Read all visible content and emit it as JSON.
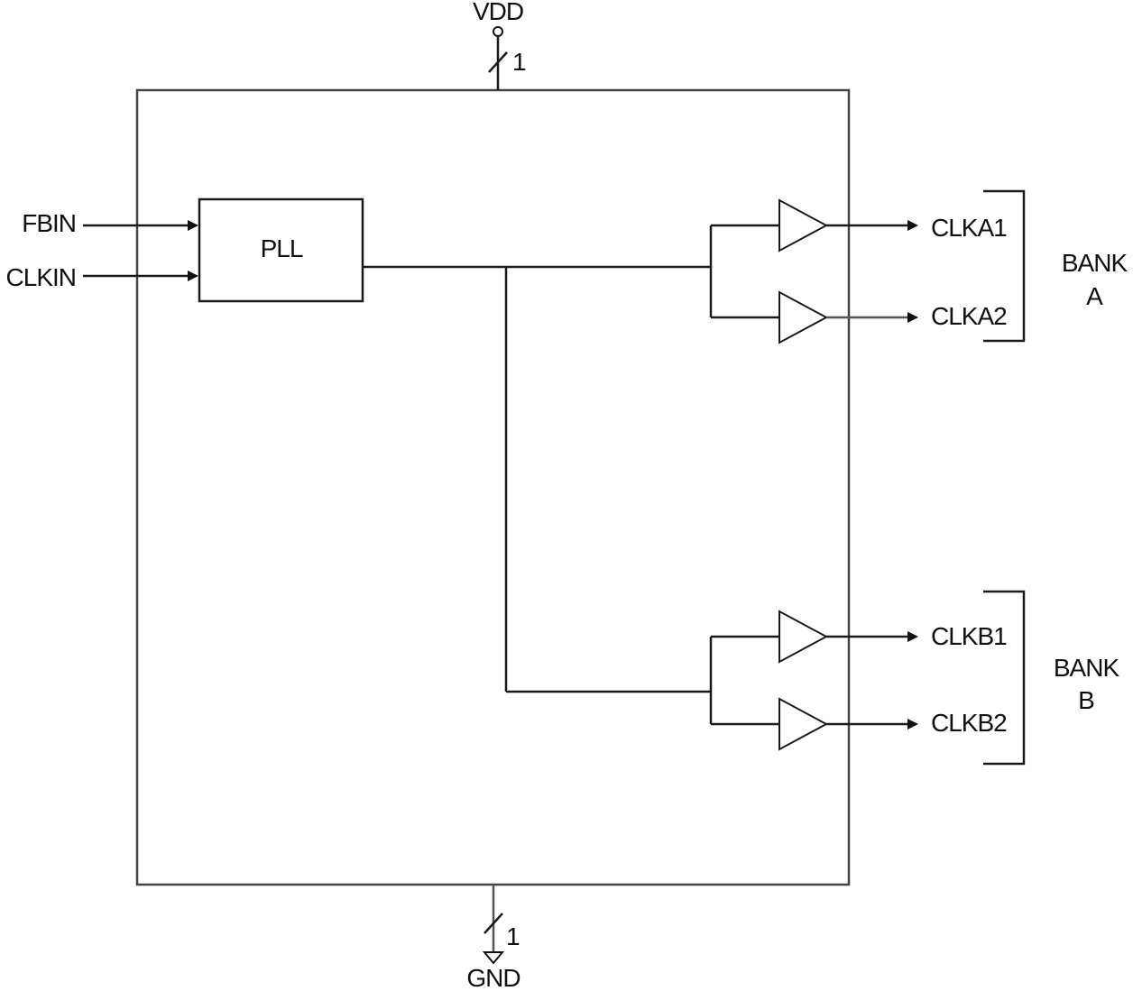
{
  "supply": {
    "vdd_label": "VDD",
    "vdd_bus_width": "1",
    "gnd_label": "GND",
    "gnd_bus_width": "1"
  },
  "inputs": [
    {
      "label": "FBIN"
    },
    {
      "label": "CLKIN"
    }
  ],
  "pll": {
    "label": "PLL"
  },
  "outputs": [
    {
      "label": "CLKA1"
    },
    {
      "label": "CLKA2"
    },
    {
      "label": "CLKB1"
    },
    {
      "label": "CLKB2"
    }
  ],
  "banks": [
    {
      "line1": "BANK",
      "line2": "A"
    },
    {
      "line1": "BANK",
      "line2": "B"
    }
  ]
}
